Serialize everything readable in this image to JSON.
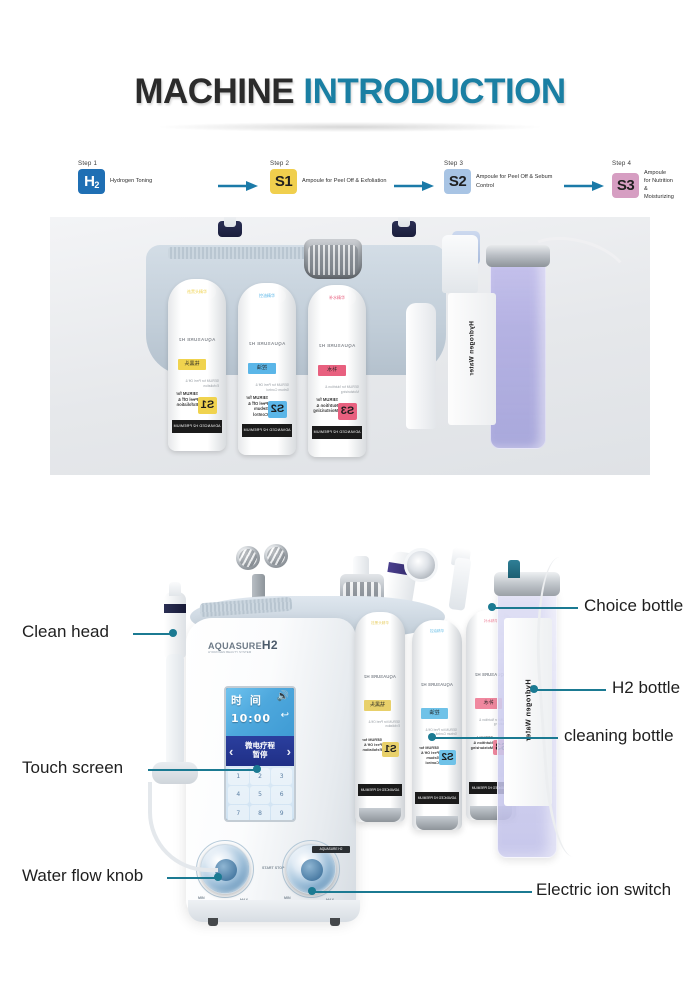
{
  "header": {
    "title_part1": "MACHINE",
    "title_part2": "INTRODUCTION"
  },
  "steps": [
    {
      "step_label": "Step 1",
      "badge": "H",
      "badge_sub": "2",
      "description": "Hydrogen Toning",
      "color": "#1f6fb4"
    },
    {
      "step_label": "Step 2",
      "badge": "S1",
      "badge_sub": "",
      "description": "Ampoule for Peel Off & Exfoliation",
      "color": "#f0cf4d"
    },
    {
      "step_label": "Step 3",
      "badge": "S2",
      "badge_sub": "",
      "description": "Ampoule for Peel Off & Sebum Control",
      "color": "#a8c4e4"
    },
    {
      "step_label": "Step 4",
      "badge": "S3",
      "badge_sub": "",
      "description": "Ampoule for Nutrition & Moisturizing",
      "color": "#d69ec2"
    }
  ],
  "arrow_color": "#1b7aa8",
  "photo_top": {
    "bottles": [
      {
        "code": "S1",
        "cn": "祛黑头",
        "brand": "AQUASURE H2",
        "color": "#f0d34e",
        "seal": "祛黑头精华",
        "fine": "SERUM for Peel Off & Exfoliation",
        "band": "ADVANCED H2 PREMIUM SERUM"
      },
      {
        "code": "S2",
        "cn": "控油",
        "brand": "AQUASURE H2",
        "color": "#5bb6e8",
        "seal": "控油精华",
        "fine": "SERUM for Peel Off & Sebum Control",
        "band": "ADVANCED H2 PREMIUM SERUM"
      },
      {
        "code": "S3",
        "cn": "补水",
        "brand": "AQUASURE H2",
        "color": "#e8607f",
        "seal": "补水精华",
        "fine": "SERUM for Nutrition & Moisturizing",
        "band": "ADVANCED H2 PREMIUM SERUM"
      }
    ],
    "hydrogen_bottle_label": "Hydrogen Water"
  },
  "machine": {
    "brand": "AQUASURE",
    "brand_h2": "H2",
    "brand_sub": "HYDROGEN BEAUTY SYSTEM",
    "screen": {
      "time_label": "时 间",
      "time_value": "10:00",
      "speaker_icon": "speaker-icon",
      "back_icon": "back-arrow-icon",
      "mode_line1": "微电疗程",
      "mode_line2": "暂停",
      "chevron_left": "‹",
      "chevron_right": "›",
      "keys": [
        "1",
        "2",
        "3",
        "4",
        "5",
        "6",
        "7",
        "8",
        "9"
      ]
    },
    "knob_min": "MIN",
    "knob_max": "MAX",
    "stop_label": "START STOP",
    "side_label": "AQUASURE H2",
    "bottles": [
      {
        "code": "S1",
        "cn": "祛黑头",
        "brand": "AQUASURE H2",
        "color": "#e8d06a",
        "seal": "祛黑头精华",
        "fine": "SERUM for Peel Off & Exfoliation",
        "band": "ADVANCED H2 PREMIUM SERUM"
      },
      {
        "code": "S2",
        "cn": "控油",
        "brand": "AQUASURE H2",
        "color": "#6fc2e8",
        "seal": "控油精华",
        "fine": "SERUM for Peel Off & Sebum Control",
        "band": "ADVANCED H2 PREMIUM SERUM"
      },
      {
        "code": "S3",
        "cn": "补水",
        "brand": "AQUASURE H2",
        "color": "#f0889f",
        "seal": "补水精华",
        "fine": "SERUM for Nutrition & Moisturizing",
        "band": "ADVANCED H2 PREMIUM SERUM"
      }
    ],
    "hydrogen_bottle_label": "Hydrogen Water"
  },
  "callouts": [
    {
      "name": "clean-head",
      "text": "Clean head"
    },
    {
      "name": "touch-screen",
      "text": "Touch screen"
    },
    {
      "name": "water-flow-knob",
      "text": "Water flow knob"
    },
    {
      "name": "choice-bottle",
      "text": "Choice bottle"
    },
    {
      "name": "h2-bottle",
      "text": "H2 bottle"
    },
    {
      "name": "cleaning-bottle",
      "text": "cleaning bottle"
    },
    {
      "name": "electric-ion-switch",
      "text": "Electric ion switch"
    }
  ],
  "callout_color": "#1b7a92"
}
